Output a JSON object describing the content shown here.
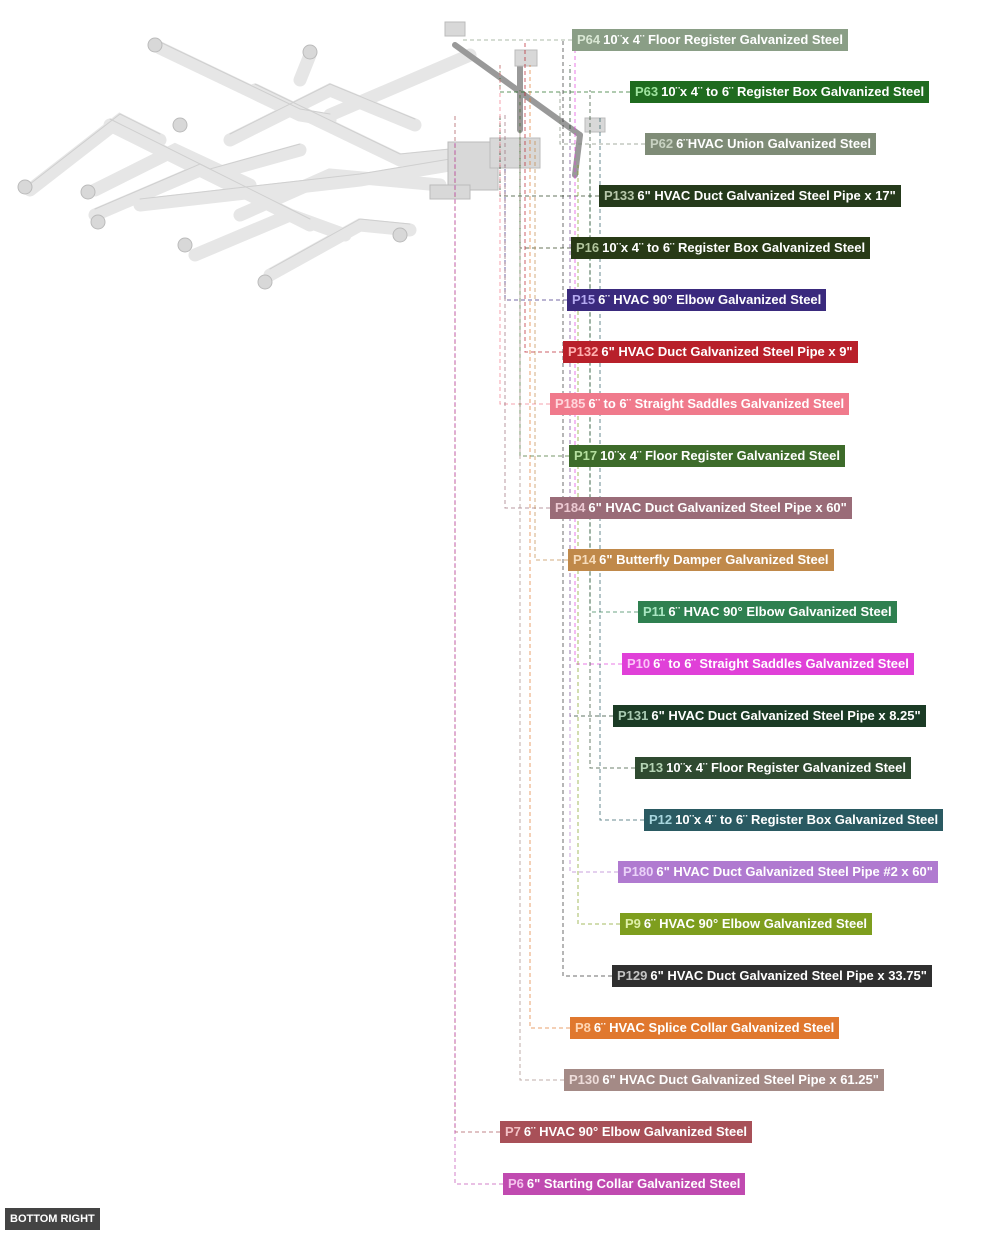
{
  "view_label": "BOTTOM RIGHT",
  "parts": [
    {
      "id": "P64",
      "name": "10¨x 4¨ Floor Register Galvanized Steel",
      "color": "#8a9e86",
      "id_color": "#d9e7d4"
    },
    {
      "id": "P63",
      "name": "10¨x 4¨ to 6¨ Register Box Galvanized Steel",
      "color": "#1f6b1f",
      "id_color": "#9fe39f"
    },
    {
      "id": "P62",
      "name": "6¨HVAC Union Galvanized Steel",
      "color": "#7f8c77",
      "id_color": "#c8d2c2"
    },
    {
      "id": "P133",
      "name": "6\" HVAC Duct Galvanized Steel Pipe x 17\"",
      "color": "#253a1b",
      "id_color": "#b7c7ab"
    },
    {
      "id": "P16",
      "name": "10¨x 4¨ to 6¨ Register Box Galvanized Steel",
      "color": "#283a16",
      "id_color": "#b2c59d"
    },
    {
      "id": "P15",
      "name": "6¨ HVAC 90° Elbow Galvanized Steel",
      "color": "#3a2a7d",
      "id_color": "#b5aaf0"
    },
    {
      "id": "P132",
      "name": "6\" HVAC Duct Galvanized Steel Pipe x 9\"",
      "color": "#b8202a",
      "id_color": "#ffb0b0"
    },
    {
      "id": "P185",
      "name": "6¨ to 6¨ Straight Saddles Galvanized Steel",
      "color": "#f07a8c",
      "id_color": "#ffd6dc"
    },
    {
      "id": "P17",
      "name": "10¨x 4¨ Floor Register Galvanized Steel",
      "color": "#3d6b2a",
      "id_color": "#b5e09f"
    },
    {
      "id": "P184",
      "name": "6\" HVAC Duct Galvanized Steel Pipe x 60\"",
      "color": "#9a6c78",
      "id_color": "#ecc9d2"
    },
    {
      "id": "P14",
      "name": "6\" Butterfly Damper Galvanized Steel",
      "color": "#c0894a",
      "id_color": "#f6dcbc"
    },
    {
      "id": "P11",
      "name": "6¨ HVAC 90° Elbow Galvanized Steel",
      "color": "#2f8050",
      "id_color": "#a9e6c2"
    },
    {
      "id": "P10",
      "name": "6¨ to 6¨ Straight Saddles Galvanized Steel",
      "color": "#e040d8",
      "id_color": "#fbc4f7"
    },
    {
      "id": "P131",
      "name": "6\" HVAC Duct Galvanized Steel Pipe x 8.25\"",
      "color": "#1b3b25",
      "id_color": "#a9cbb3"
    },
    {
      "id": "P13",
      "name": "10¨x 4¨ Floor Register Galvanized Steel",
      "color": "#2f4a30",
      "id_color": "#b5d4b5"
    },
    {
      "id": "P12",
      "name": "10¨x 4¨ to 6¨ Register Box Galvanized Steel",
      "color": "#2a5a62",
      "id_color": "#a8d6de"
    },
    {
      "id": "P180",
      "name": "6\" HVAC Duct Galvanized Steel Pipe #2 x 60\"",
      "color": "#b07ad0",
      "id_color": "#ead2f8"
    },
    {
      "id": "P9",
      "name": "6¨ HVAC 90° Elbow Galvanized Steel",
      "color": "#7e9e1e",
      "id_color": "#dff0a8"
    },
    {
      "id": "P129",
      "name": "6\" HVAC Duct Galvanized Steel Pipe x 33.75\"",
      "color": "#2f2f2f",
      "id_color": "#c4c4c4"
    },
    {
      "id": "P8",
      "name": "6¨ HVAC Splice Collar Galvanized Steel",
      "color": "#e0782e",
      "id_color": "#ffd6b4"
    },
    {
      "id": "P130",
      "name": "6\" HVAC Duct Galvanized Steel Pipe x 61.25\"",
      "color": "#a48a86",
      "id_color": "#eddcda"
    },
    {
      "id": "P7",
      "name": "6¨ HVAC 90° Elbow Galvanized Steel",
      "color": "#a85058",
      "id_color": "#f2c0c5"
    },
    {
      "id": "P6",
      "name": "6\" Starting Collar Galvanized Steel",
      "color": "#c04ab0",
      "id_color": "#f4c2ec"
    }
  ]
}
